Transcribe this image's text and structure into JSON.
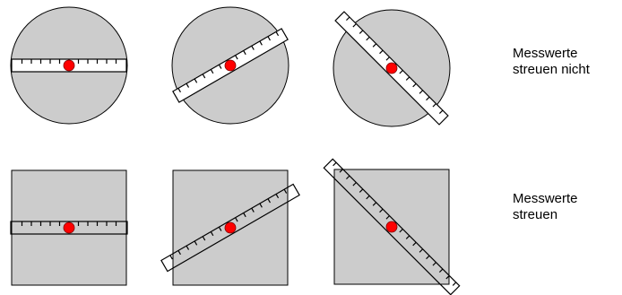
{
  "colors": {
    "shape_fill": "#cccccc",
    "shape_stroke": "#000000",
    "ruler_fill": "#ffffff",
    "center_dot": "#ff0000"
  },
  "rows": [
    {
      "shape": "circle",
      "caption_lines": [
        "Messwerte",
        "streuen nicht"
      ],
      "panels": [
        {
          "ruler_angle_deg": 0
        },
        {
          "ruler_angle_deg": -30
        },
        {
          "ruler_angle_deg": 45
        }
      ]
    },
    {
      "shape": "square",
      "caption_lines": [
        "Messwerte",
        "streuen"
      ],
      "panels": [
        {
          "ruler_angle_deg": 0
        },
        {
          "ruler_angle_deg": -30
        },
        {
          "ruler_angle_deg": 45
        }
      ]
    }
  ]
}
